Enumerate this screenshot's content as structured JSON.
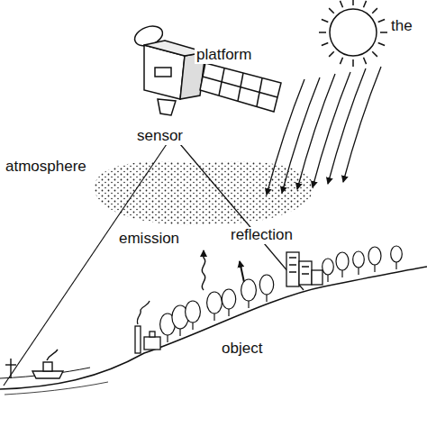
{
  "diagram": {
    "labels": [
      "platform",
      "sensor",
      "atmosphere",
      "the",
      "emission",
      "reflection",
      "object"
    ]
  }
}
